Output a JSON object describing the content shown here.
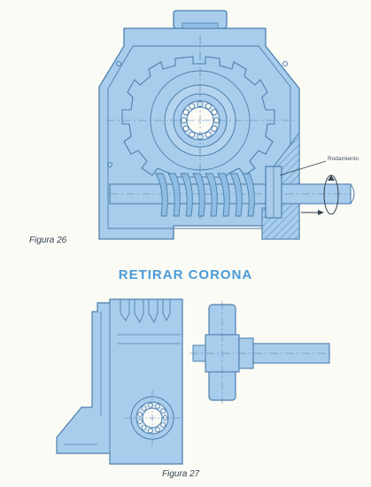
{
  "figures": [
    {
      "id": "fig26",
      "caption": "Figura 26",
      "callout": "Rodamiento"
    },
    {
      "id": "fig27",
      "caption": "Figura 27"
    }
  ],
  "heading": "RETIRAR CORONA",
  "colors": {
    "fill": "#a8cdec",
    "fill_dark": "#8fbde3",
    "stroke": "#4d7fad",
    "hatch": "#6f9fcc",
    "heading": "#4a9ad8",
    "text": "#33424f",
    "background": "#fbfbf6"
  }
}
